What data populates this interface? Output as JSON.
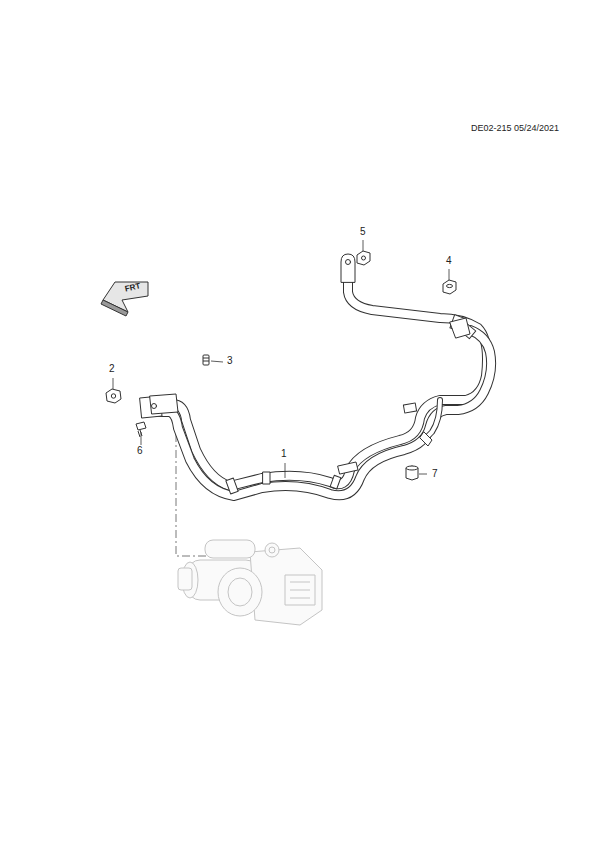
{
  "diagram": {
    "labels": [
      "DE02-215 05/24/2021",
      "FRT",
      "5",
      "4",
      "3",
      "2",
      "1",
      "6",
      "7"
    ]
  }
}
